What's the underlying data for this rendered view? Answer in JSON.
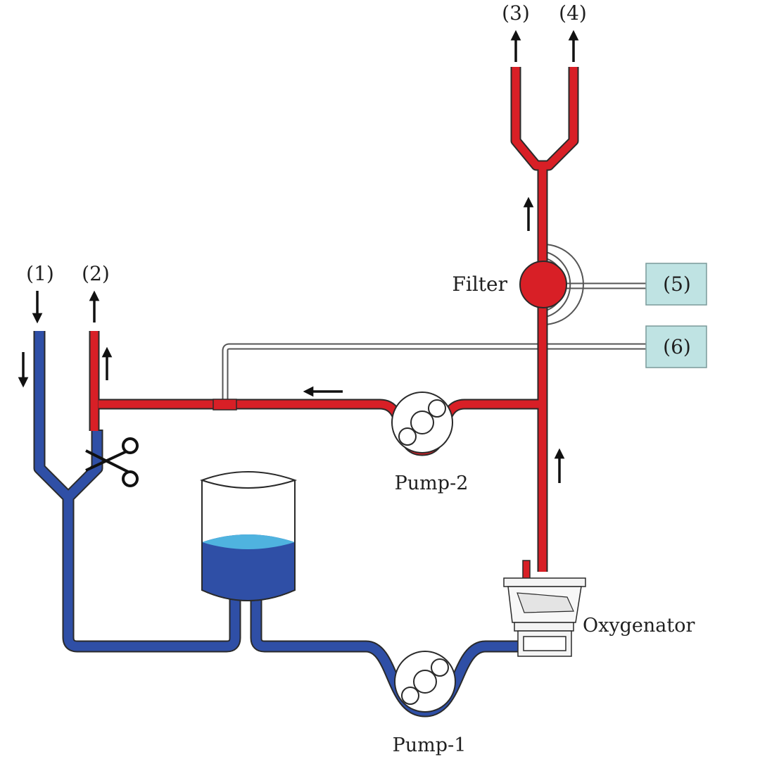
{
  "labels": {
    "port1": "(1)",
    "port2": "(2)",
    "port3": "(3)",
    "port4": "(4)",
    "box5": "(5)",
    "box6": "(6)",
    "filter": "Filter",
    "pump2": "Pump-2",
    "pump1": "Pump-1",
    "oxygenator": "Oxygenator"
  },
  "colors": {
    "oxygenated": "#d81f26",
    "deoxygenated": "#2f4fa6",
    "fluid_surface": "#4fb3df",
    "monitor_box": "#bfe3e3"
  },
  "icons": [
    "scissors-icon",
    "arrow-up-icon",
    "arrow-down-icon",
    "arrow-left-icon"
  ]
}
